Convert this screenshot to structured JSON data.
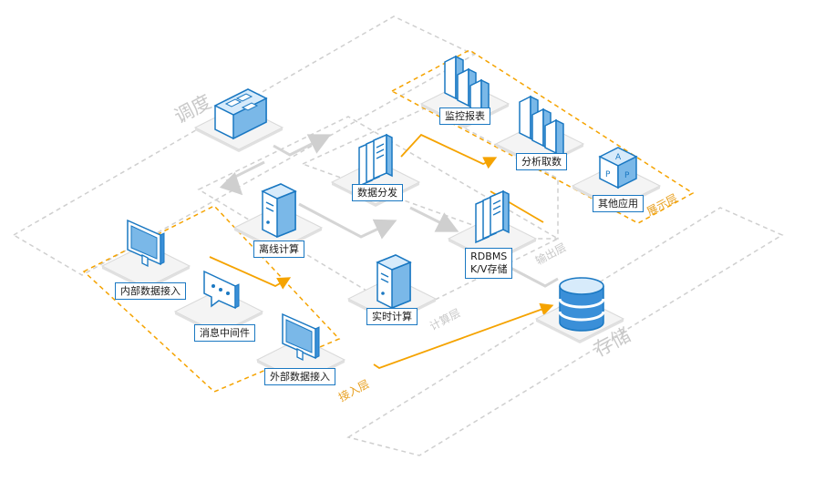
{
  "layers": {
    "scheduling": "调度",
    "storage": "存储",
    "access": "接入层",
    "compute": "计算层",
    "output": "输出层",
    "display": "展示层"
  },
  "nodes": {
    "internal_data_access": "内部数据接入",
    "message_middleware": "消息中间件",
    "external_data_access": "外部数据接入",
    "offline_compute": "离线计算",
    "realtime_compute": "实时计算",
    "data_distribution": "数据分发",
    "storage_line1": "RDBMS",
    "storage_line2": "K/V存储",
    "monitor_report": "监控报表",
    "analysis_fetch": "分析取数",
    "other_apps": "其他应用"
  },
  "colors": {
    "accent_blue": "#1a78c2",
    "icon_blue": "#3a8fd8",
    "highlight_orange": "#f5a300",
    "zone_gray": "#cfcfcf",
    "zone_text_orange": "#e8a020"
  },
  "icons": [
    "building-icon",
    "monitor-icon",
    "chat-icon",
    "server-icon",
    "file-stack-icon",
    "database-icon",
    "bar-chart-icon",
    "app-cube-icon"
  ]
}
